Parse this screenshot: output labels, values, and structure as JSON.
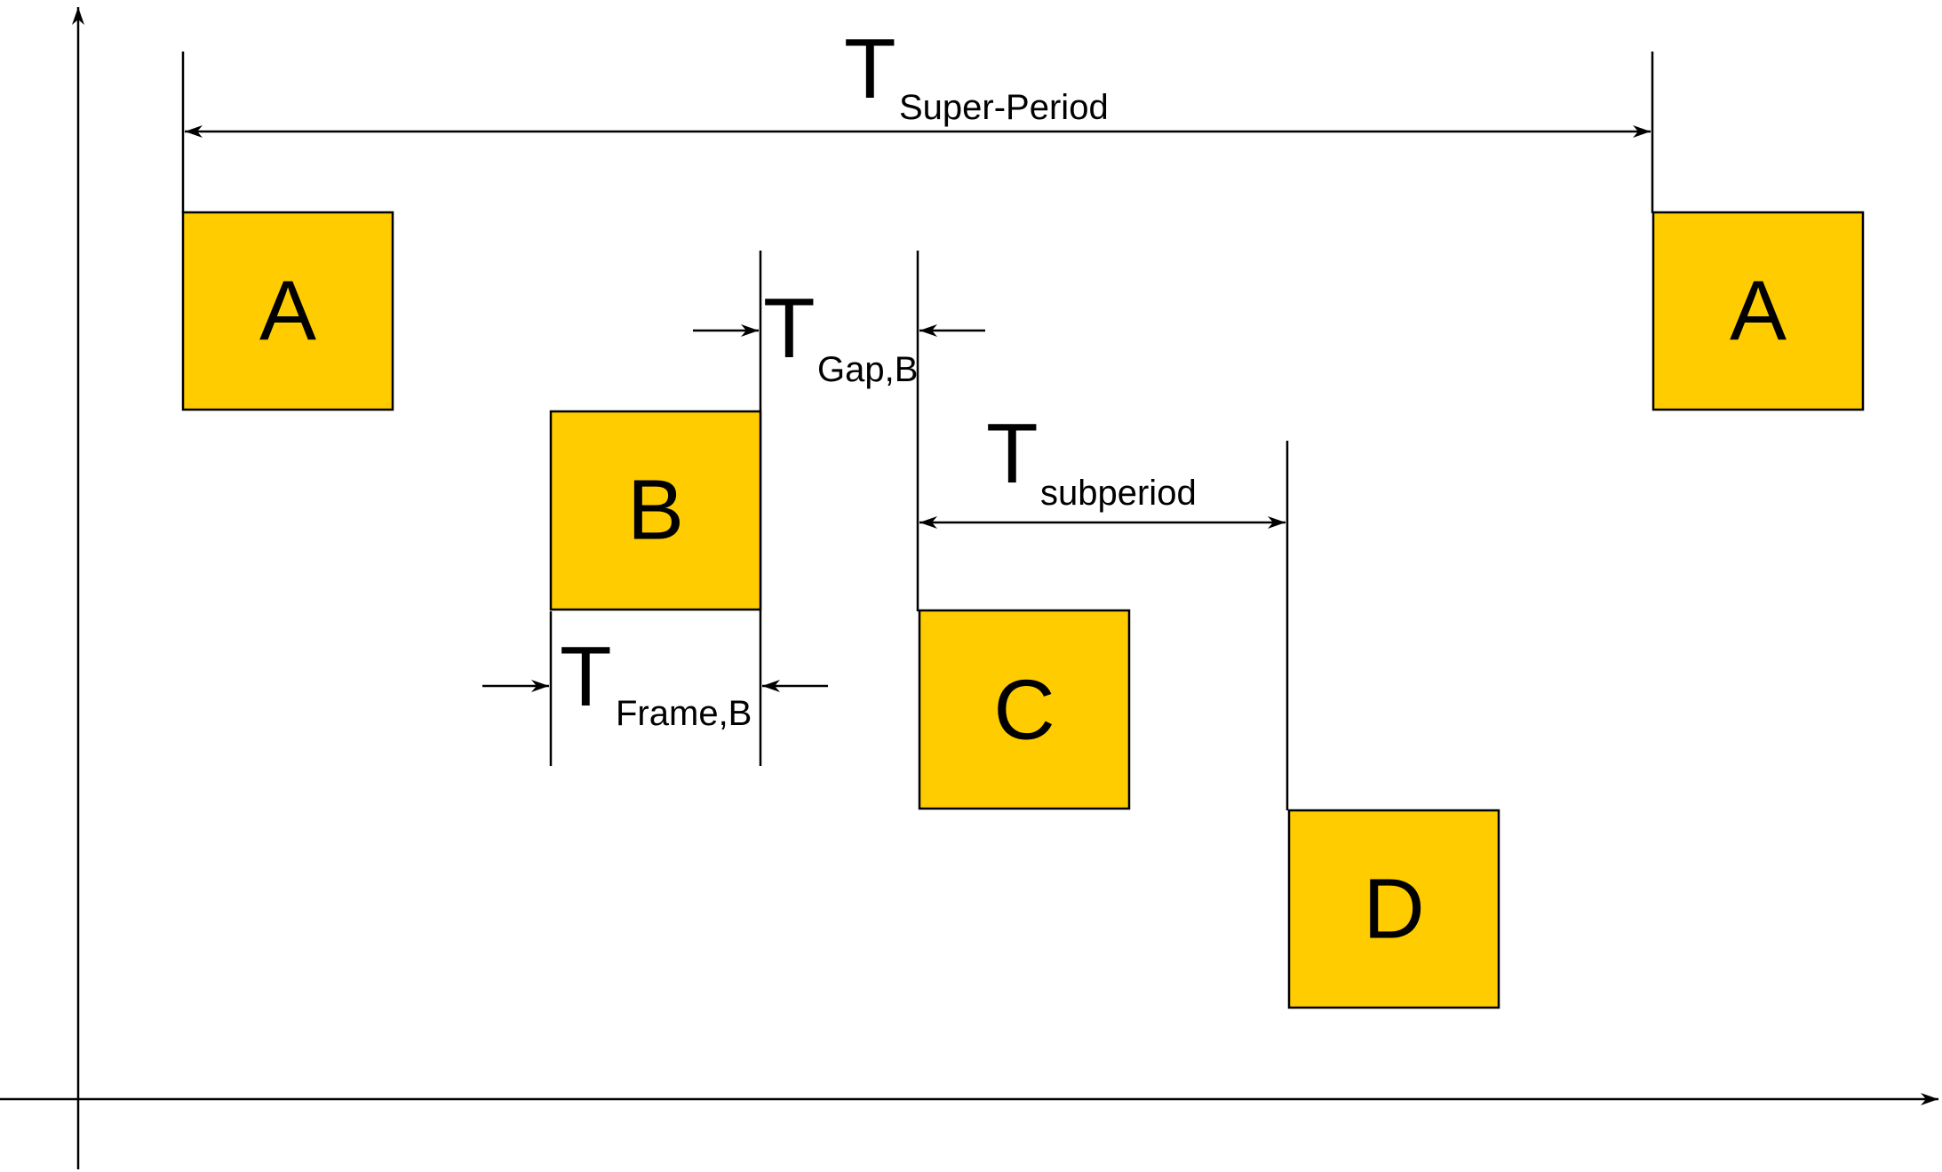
{
  "colors": {
    "box_fill": "#FFCC00",
    "stroke": "#000000",
    "background": "#FFFFFF"
  },
  "blocks": [
    {
      "id": "a1",
      "label": "A"
    },
    {
      "id": "b",
      "label": "B"
    },
    {
      "id": "c",
      "label": "C"
    },
    {
      "id": "d",
      "label": "D"
    },
    {
      "id": "a2",
      "label": "A"
    }
  ],
  "dimensions": {
    "super_period": {
      "symbol": "T",
      "subscript": "Super-Period"
    },
    "gap_b": {
      "symbol": "T",
      "subscript": "Gap,B"
    },
    "subperiod": {
      "symbol": "T",
      "subscript": "subperiod"
    },
    "frame_b": {
      "symbol": "T",
      "subscript": "Frame,B"
    }
  }
}
